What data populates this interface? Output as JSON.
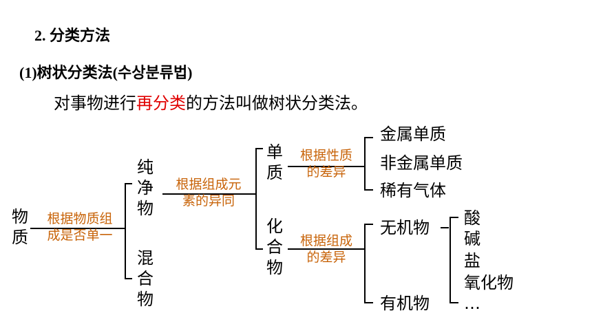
{
  "section_heading": "2. 分类方法",
  "subheading": "(1)树状分类法(수상분류법)",
  "definition": {
    "prefix": "对事物进行",
    "highlight": "再分类",
    "suffix": "的方法叫做树状分类法。"
  },
  "tree": {
    "root": [
      "物",
      "质"
    ],
    "root_criterion": [
      "根据物质组",
      "成是否单一"
    ],
    "pure": [
      "纯",
      "净",
      "物"
    ],
    "mixture": [
      "混",
      "合",
      "物"
    ],
    "pure_criterion": [
      "根据组成元",
      "素的异同"
    ],
    "element": [
      "单",
      "质"
    ],
    "compound": [
      "化",
      "合",
      "物"
    ],
    "element_criterion": [
      "根据性质",
      "的差异"
    ],
    "compound_criterion": [
      "根据组成",
      "的差异"
    ],
    "element_types": [
      "金属单质",
      "非金属单质",
      "稀有气体"
    ],
    "inorganic": "无机物",
    "organic": "有机物",
    "inorganic_types": [
      "酸",
      "碱",
      "盐",
      "氧化物",
      "…"
    ]
  },
  "colors": {
    "highlight": "#e00000",
    "criterion": "#c8640a",
    "line": "#000000"
  }
}
